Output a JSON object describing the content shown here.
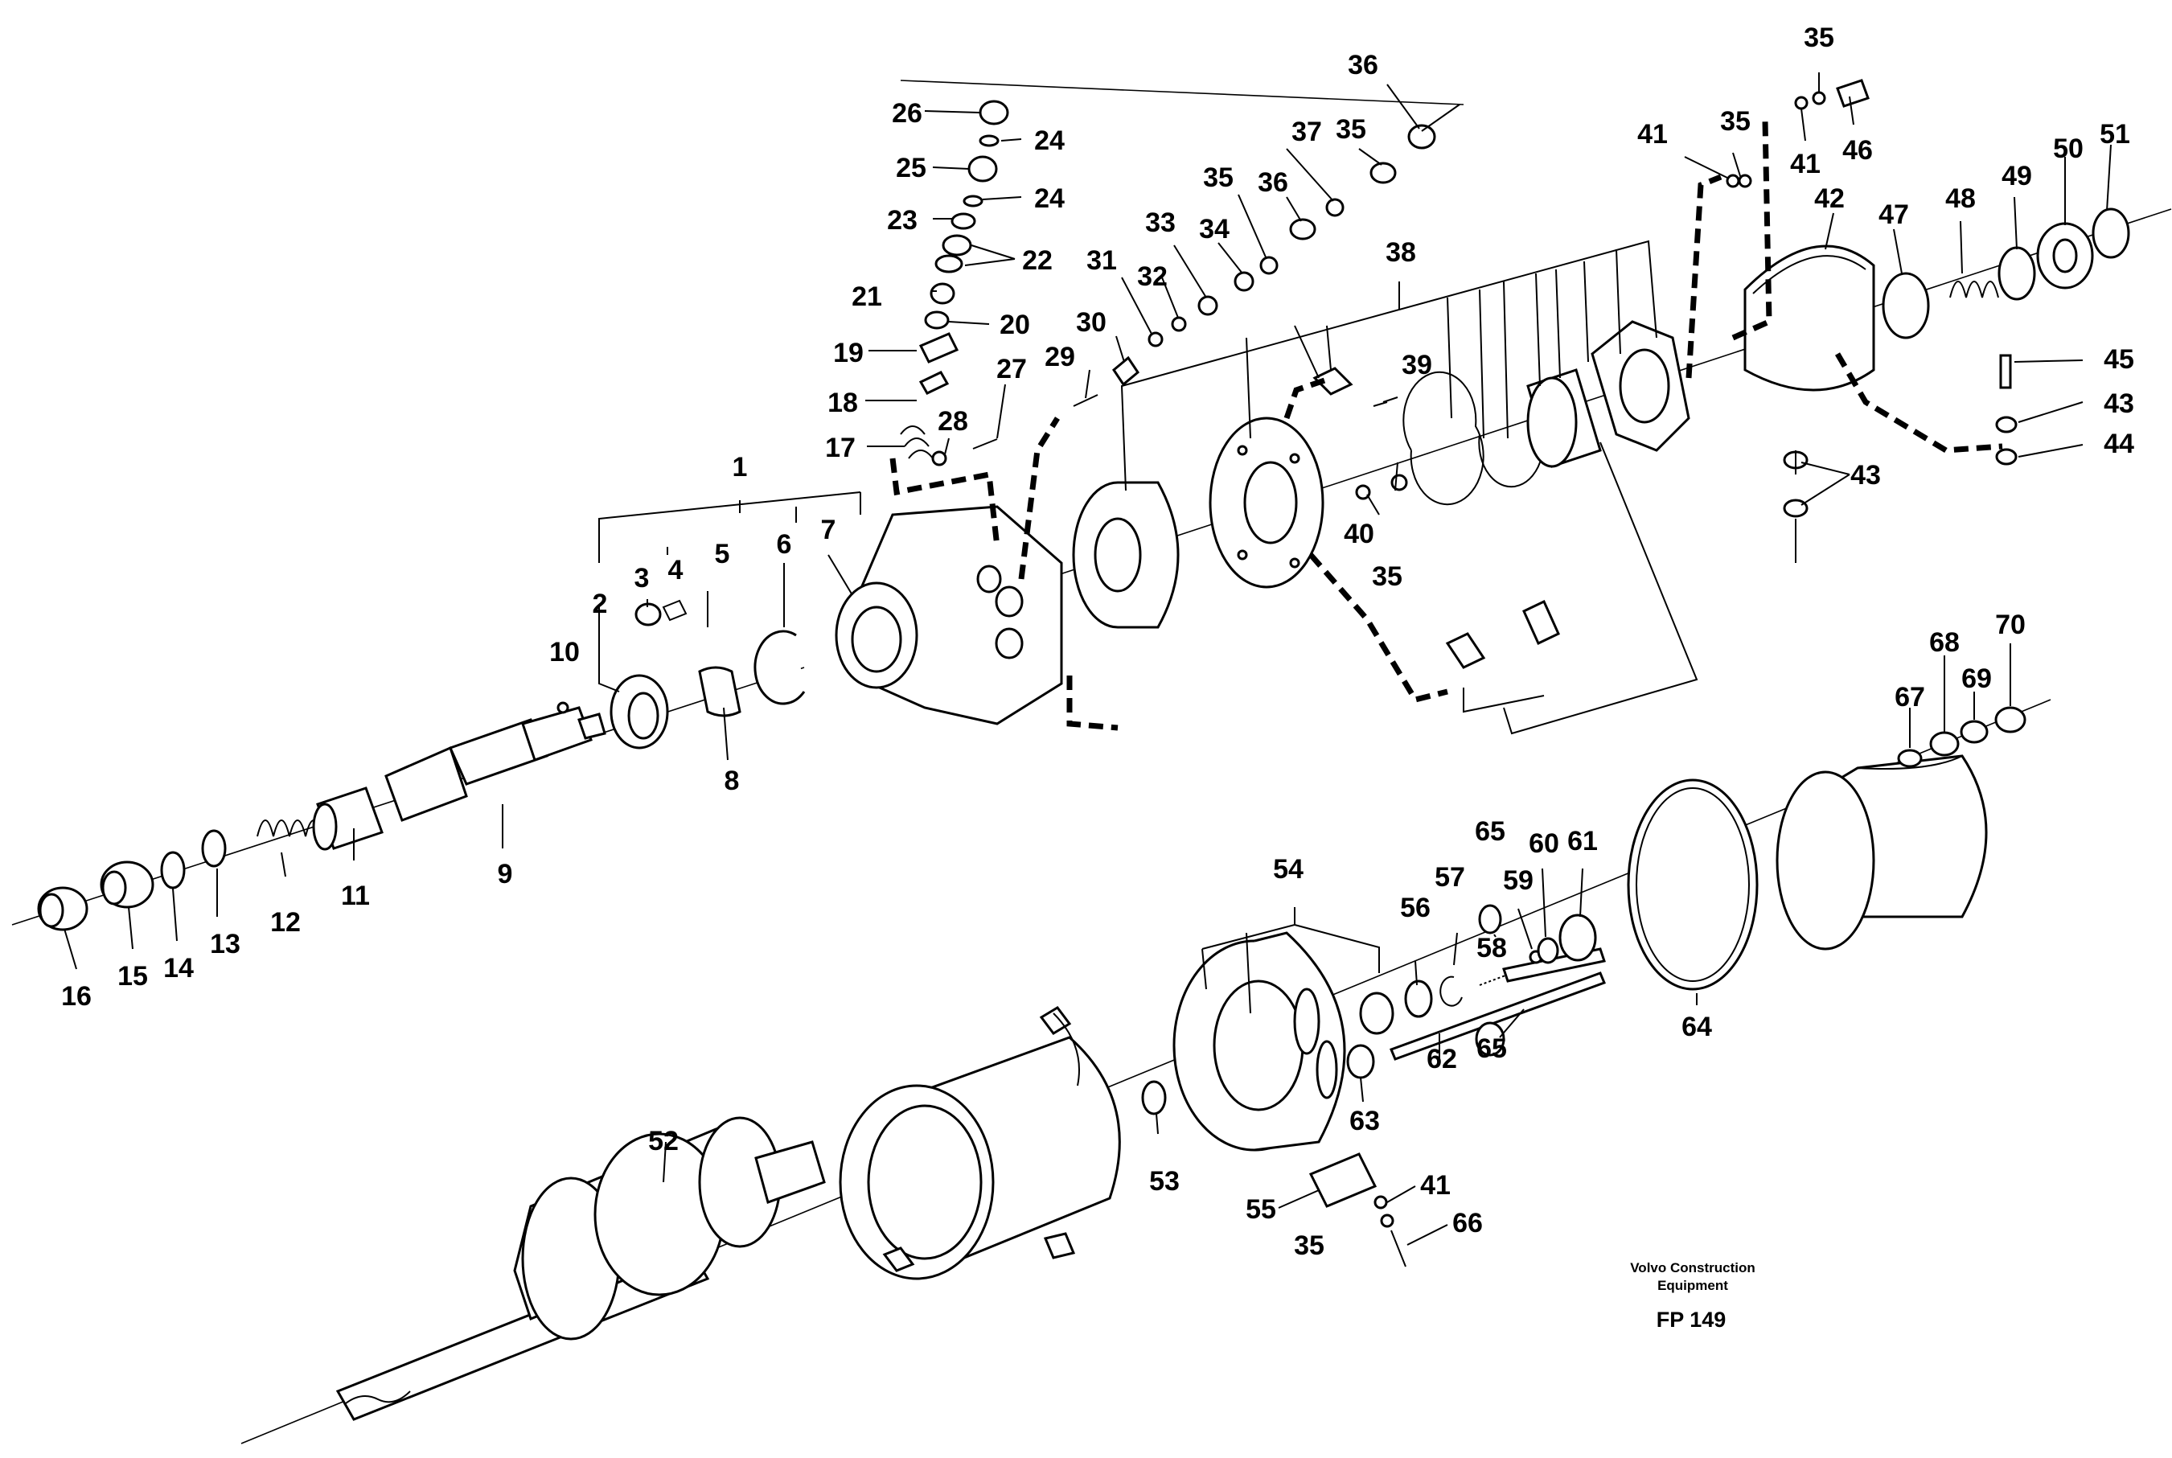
{
  "credit": {
    "line1": "Volvo Construction",
    "line2": "Equipment",
    "code": "FP 149"
  },
  "labels": [
    "1",
    "2",
    "3",
    "4",
    "5",
    "6",
    "7",
    "8",
    "9",
    "10",
    "11",
    "12",
    "13",
    "14",
    "15",
    "16",
    "17",
    "18",
    "19",
    "20",
    "21",
    "22",
    "23",
    "24",
    "24",
    "25",
    "26",
    "27",
    "28",
    "29",
    "30",
    "31",
    "32",
    "33",
    "34",
    "35",
    "36",
    "36",
    "37",
    "35",
    "38",
    "39",
    "40",
    "35",
    "41",
    "35",
    "35",
    "41",
    "46",
    "42",
    "47",
    "48",
    "49",
    "50",
    "51",
    "45",
    "43",
    "44",
    "43",
    "65",
    "54",
    "56",
    "57",
    "58",
    "59",
    "60",
    "61",
    "62",
    "63",
    "65",
    "64",
    "67",
    "68",
    "69",
    "70",
    "52",
    "53",
    "55",
    "41",
    "66",
    "35"
  ]
}
